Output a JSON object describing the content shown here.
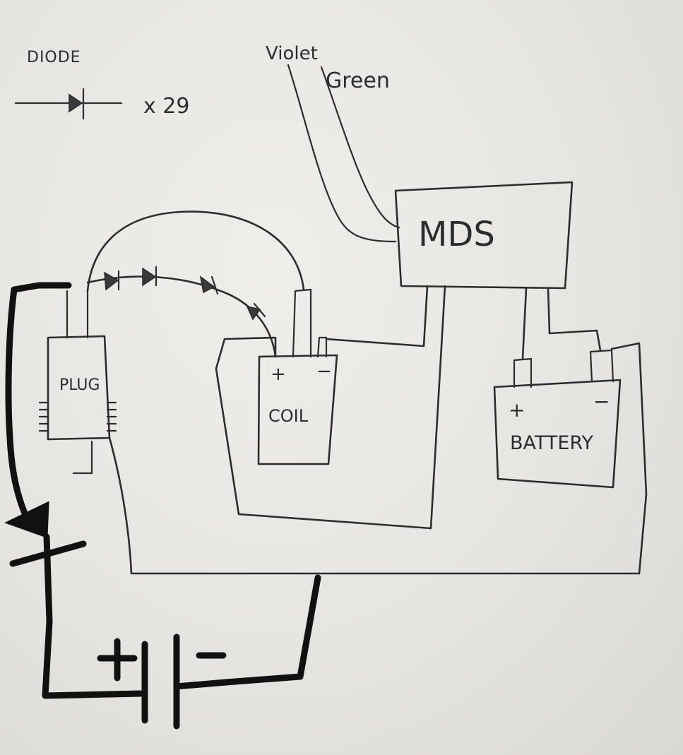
{
  "legend": {
    "title": "DIODE",
    "multiplier": "x 29"
  },
  "wires": {
    "violet": "Violet",
    "green": "Green"
  },
  "components": {
    "mds": "MDS",
    "plug": "PLUG",
    "coil": "COIL",
    "battery": "BATTERY"
  },
  "terminals": {
    "coil_plus": "+",
    "coil_minus": "−",
    "battery_plus": "+",
    "battery_minus": "−",
    "source_plus": "+",
    "source_minus": "−"
  }
}
